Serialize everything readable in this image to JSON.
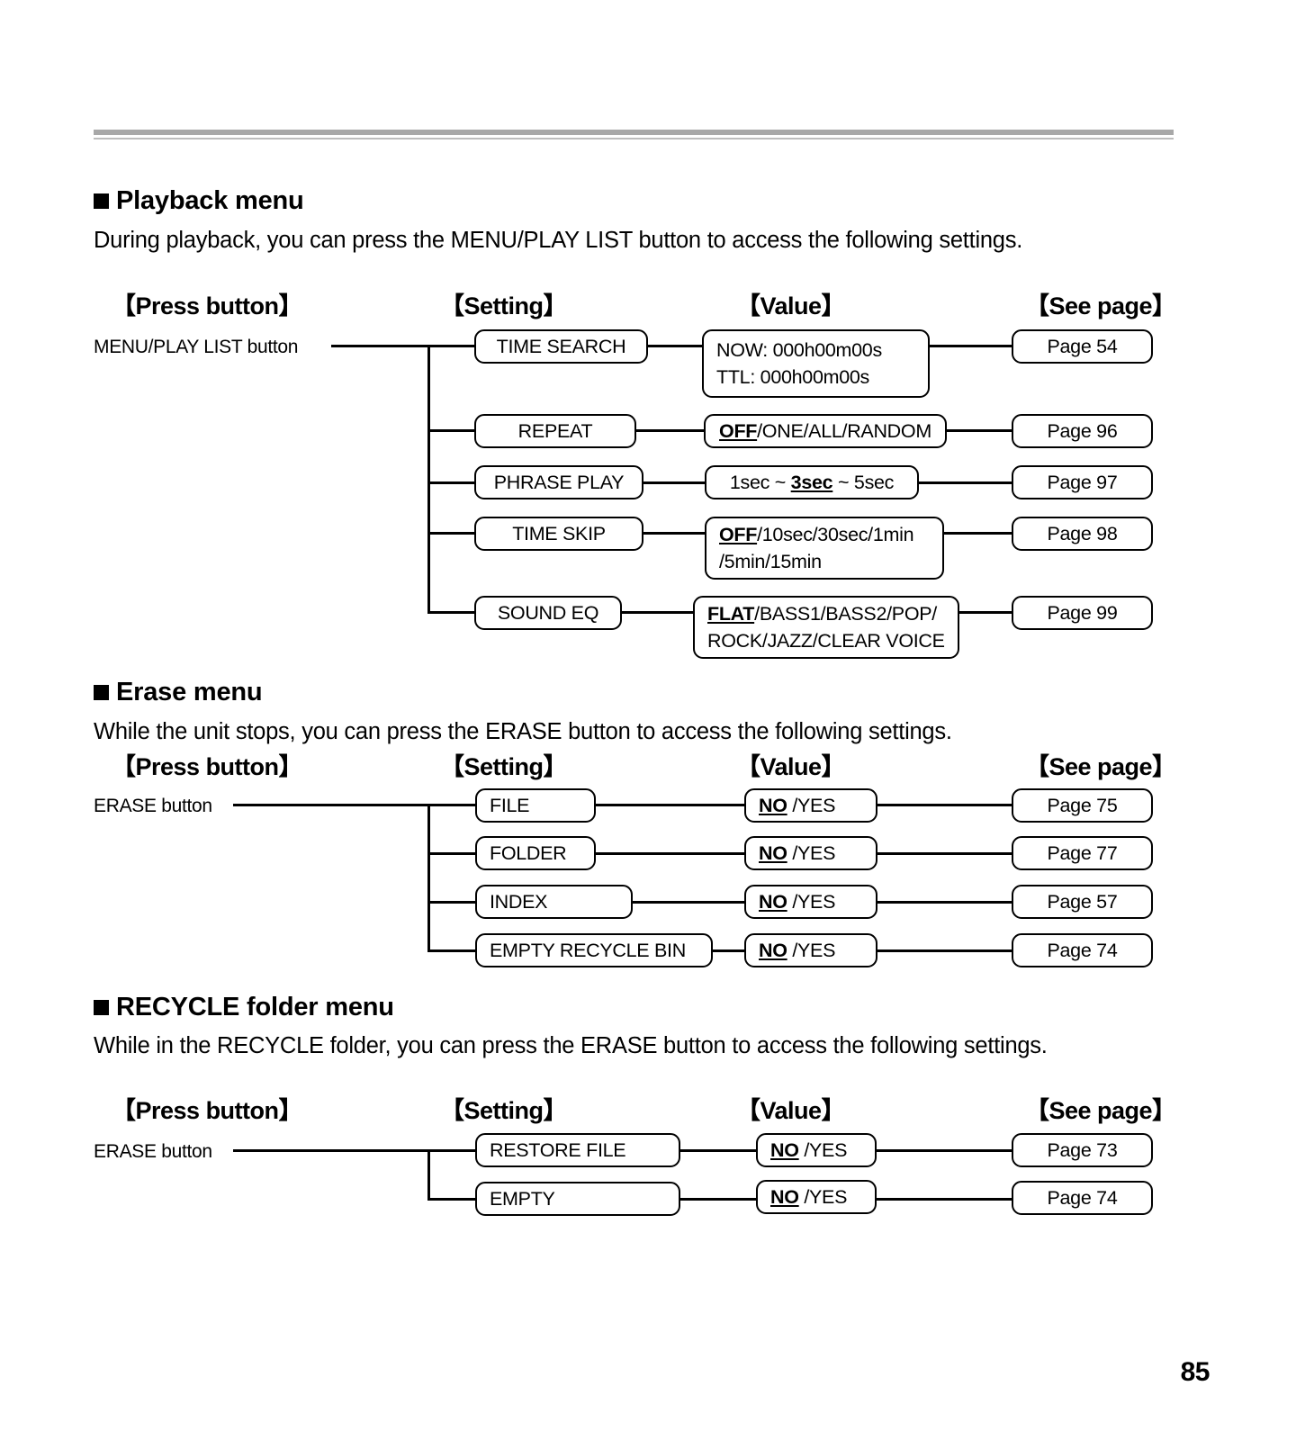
{
  "page": {
    "number": "85"
  },
  "column_headers": {
    "press_button": "【Press button】",
    "setting": "【Setting】",
    "value": "【Value】",
    "see_page": "【See page】"
  },
  "sections": [
    {
      "id": "playback",
      "heading": "Playback menu",
      "intro": "During playback, you can press the MENU/PLAY LIST button to access the following settings.",
      "source_label": "MENU/PLAY LIST button",
      "rows": [
        {
          "setting": "TIME SEARCH",
          "value_lines": [
            "NOW: 000h00m00s",
            "TTL: 000h00m00s"
          ],
          "default": "",
          "page": "Page 54"
        },
        {
          "setting": "REPEAT",
          "value_lines": [
            "OFF/ONE/ALL/RANDOM"
          ],
          "default": "OFF",
          "page": "Page 96"
        },
        {
          "setting": "PHRASE PLAY",
          "value_lines": [
            "1sec ~ 3sec ~ 5sec"
          ],
          "default": "3sec",
          "page": "Page 97"
        },
        {
          "setting": "TIME SKIP",
          "value_lines": [
            "OFF/10sec/30sec/1min",
            "/5min/15min"
          ],
          "default": "OFF",
          "page": "Page 98"
        },
        {
          "setting": "SOUND EQ",
          "value_lines": [
            "FLAT/BASS1/BASS2/POP/",
            "ROCK/JAZZ/CLEAR VOICE"
          ],
          "default": "FLAT",
          "page": "Page 99"
        }
      ]
    },
    {
      "id": "erase",
      "heading": "Erase menu",
      "intro": "While the unit stops, you can press the ERASE button to access the following settings.",
      "source_label": "ERASE button",
      "rows": [
        {
          "setting": "FILE",
          "value_lines": [
            "NO /YES"
          ],
          "default": "NO",
          "page": "Page 75"
        },
        {
          "setting": "FOLDER",
          "value_lines": [
            "NO /YES"
          ],
          "default": "NO",
          "page": "Page 77"
        },
        {
          "setting": "INDEX",
          "value_lines": [
            "NO /YES"
          ],
          "default": "NO",
          "page": "Page 57"
        },
        {
          "setting": "EMPTY RECYCLE BIN",
          "value_lines": [
            "NO /YES"
          ],
          "default": "NO",
          "page": "Page 74"
        }
      ]
    },
    {
      "id": "recycle",
      "heading": "RECYCLE folder menu",
      "intro": "While in the RECYCLE folder, you can press the ERASE button to access the following settings.",
      "source_label": "ERASE button",
      "rows": [
        {
          "setting": "RESTORE FILE",
          "value_lines": [
            "NO /YES"
          ],
          "default": "NO",
          "page": "Page 73"
        },
        {
          "setting": "EMPTY",
          "value_lines": [
            "NO /YES"
          ],
          "default": "NO",
          "page": "Page 74"
        }
      ]
    }
  ]
}
